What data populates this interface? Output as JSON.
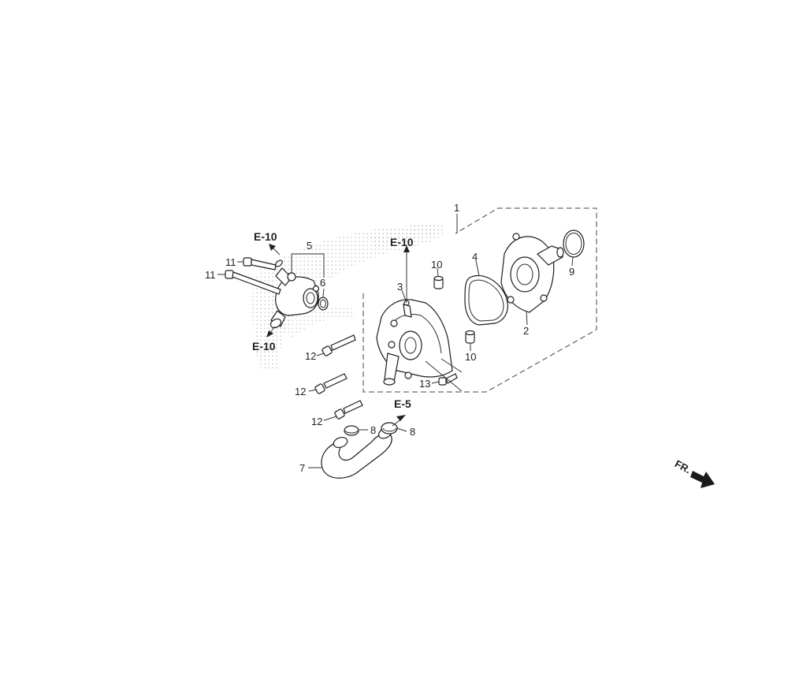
{
  "diagram": {
    "callouts": {
      "p1": "1",
      "p2": "2",
      "p3": "3",
      "p4": "4",
      "p5": "5",
      "p6": "6",
      "p7": "7",
      "p8a": "8",
      "p8b": "8",
      "p9": "9",
      "p10a": "10",
      "p10b": "10",
      "p11a": "11",
      "p11b": "11",
      "p12a": "12",
      "p12b": "12",
      "p12c": "12",
      "p13": "13"
    },
    "refs": {
      "e10_top_left": "E-10",
      "e10_bottom_left": "E-10",
      "e10_center": "E-10",
      "e5": "E-5"
    },
    "direction_label": "FR.",
    "colors": {
      "line": "#333333",
      "dots": "#9a9a9a",
      "arrow": "#1a1a1a"
    }
  }
}
